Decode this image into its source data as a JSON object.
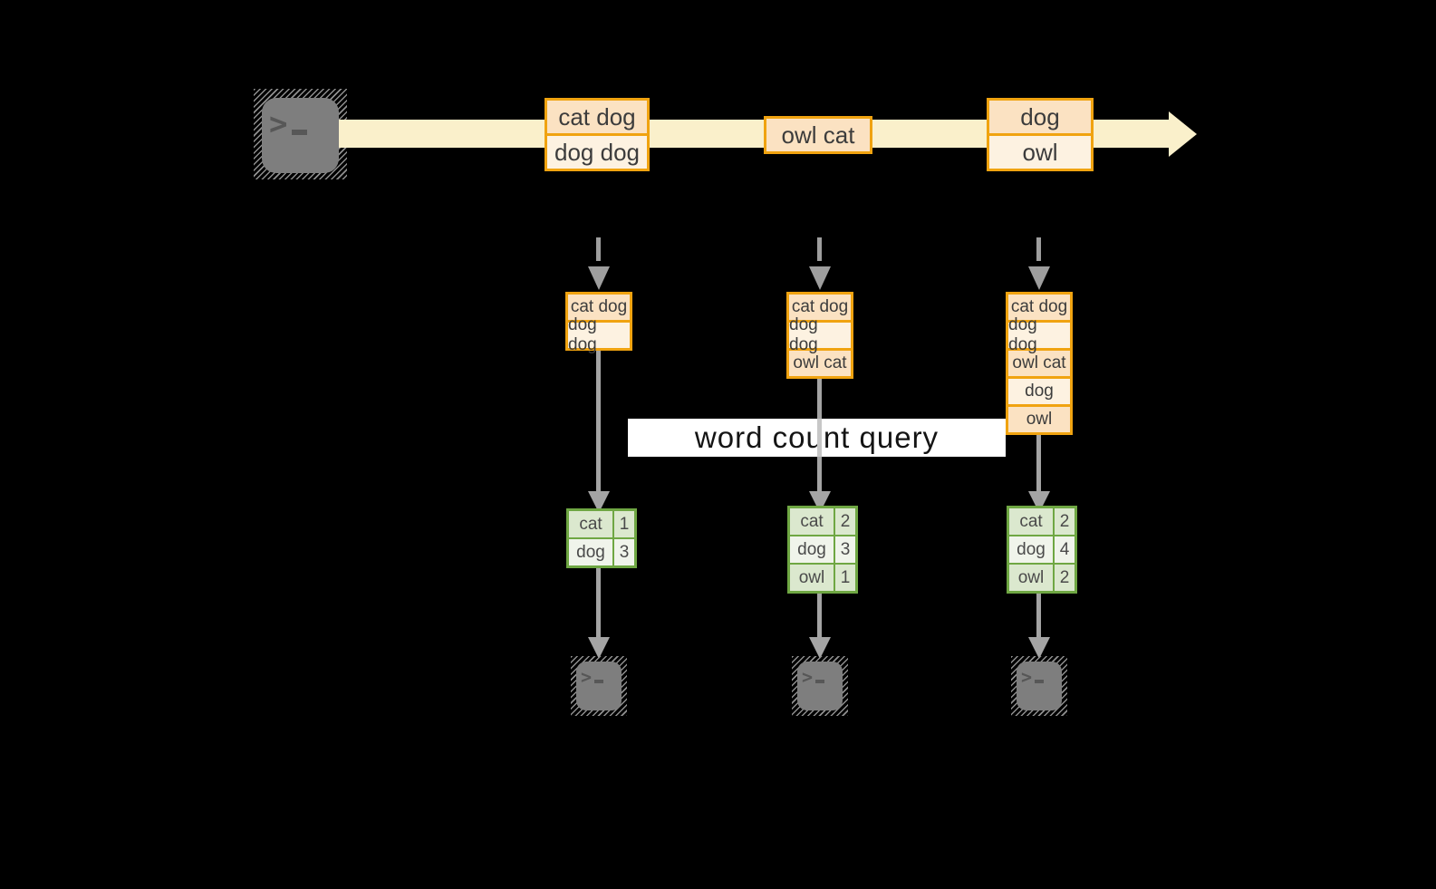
{
  "query": {
    "label": "word count query"
  },
  "stream": {
    "source_icon": "terminal-icon",
    "batches": [
      {
        "cells": [
          "cat dog",
          "dog dog"
        ]
      },
      {
        "cells": [
          "owl cat"
        ]
      },
      {
        "cells": [
          "dog",
          "owl"
        ]
      }
    ]
  },
  "columns": [
    {
      "state": [
        "cat dog",
        "dog dog"
      ],
      "counts": [
        {
          "word": "cat",
          "count": "1"
        },
        {
          "word": "dog",
          "count": "3"
        }
      ],
      "sink_icon": "terminal-icon"
    },
    {
      "state": [
        "cat dog",
        "dog dog",
        "owl cat"
      ],
      "counts": [
        {
          "word": "cat",
          "count": "2"
        },
        {
          "word": "dog",
          "count": "3"
        },
        {
          "word": "owl",
          "count": "1"
        }
      ],
      "sink_icon": "terminal-icon"
    },
    {
      "state": [
        "cat dog",
        "dog dog",
        "owl cat",
        "dog",
        "owl"
      ],
      "counts": [
        {
          "word": "cat",
          "count": "2"
        },
        {
          "word": "dog",
          "count": "4"
        },
        {
          "word": "owl",
          "count": "2"
        }
      ],
      "sink_icon": "terminal-icon"
    }
  ],
  "colors": {
    "background": "#000000",
    "stream": "#faf0cb",
    "orange_border": "#f0a310",
    "cell_peach": "#fbe2c2",
    "cell_cream": "#fdf2e1",
    "green_border": "#6fa743",
    "green_row": "#dbe8ce",
    "green_row_alt": "#f0f4eb",
    "arrow_gray": "#9e9e9e",
    "banner_bg": "#ffffff",
    "text": "#3c3c3c"
  }
}
